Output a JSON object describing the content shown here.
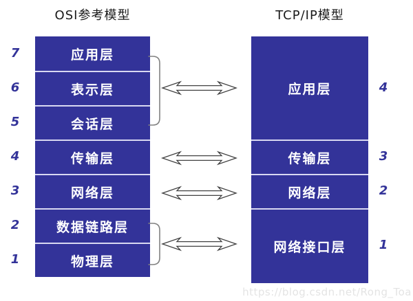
{
  "titles": {
    "left": "OSI参考模型",
    "right": "TCP/IP模型"
  },
  "osi": {
    "layers": [
      {
        "number": "7",
        "label": "应用层"
      },
      {
        "number": "6",
        "label": "表示层"
      },
      {
        "number": "5",
        "label": "会话层"
      },
      {
        "number": "4",
        "label": "传输层"
      },
      {
        "number": "3",
        "label": "网络层"
      },
      {
        "number": "2",
        "label": "数据链路层"
      },
      {
        "number": "1",
        "label": "物理层"
      }
    ]
  },
  "tcpip": {
    "layers": [
      {
        "number": "4",
        "label": "应用层"
      },
      {
        "number": "3",
        "label": "传输层"
      },
      {
        "number": "2",
        "label": "网络层"
      },
      {
        "number": "1",
        "label": "网络接口层"
      }
    ]
  },
  "connections": [
    {
      "osi_layers": "7,6,5",
      "tcpip_layer": "应用层",
      "grouped_by_brace": true
    },
    {
      "osi_layers": "4",
      "tcpip_layer": "传输层",
      "grouped_by_brace": false
    },
    {
      "osi_layers": "3",
      "tcpip_layer": "网络层",
      "grouped_by_brace": false
    },
    {
      "osi_layers": "2,1",
      "tcpip_layer": "网络接口层",
      "grouped_by_brace": true
    }
  ],
  "icons": {
    "mapping_arrow": "double-headed-arrow",
    "group_brace": "right-rounded-brace"
  },
  "colors": {
    "box_fill": "#333399",
    "box_divider": "#d9d9f2",
    "layer_text": "#ffffff",
    "number_text": "#333399",
    "title_text": "#1a1a1a",
    "bracket_stroke": "#808080",
    "arrow_stroke": "#404040",
    "arrow_fill": "#ffffff",
    "watermark_text": "#e4e4e4"
  },
  "watermark": "https://blog.csdn.net/Rong_Toa"
}
